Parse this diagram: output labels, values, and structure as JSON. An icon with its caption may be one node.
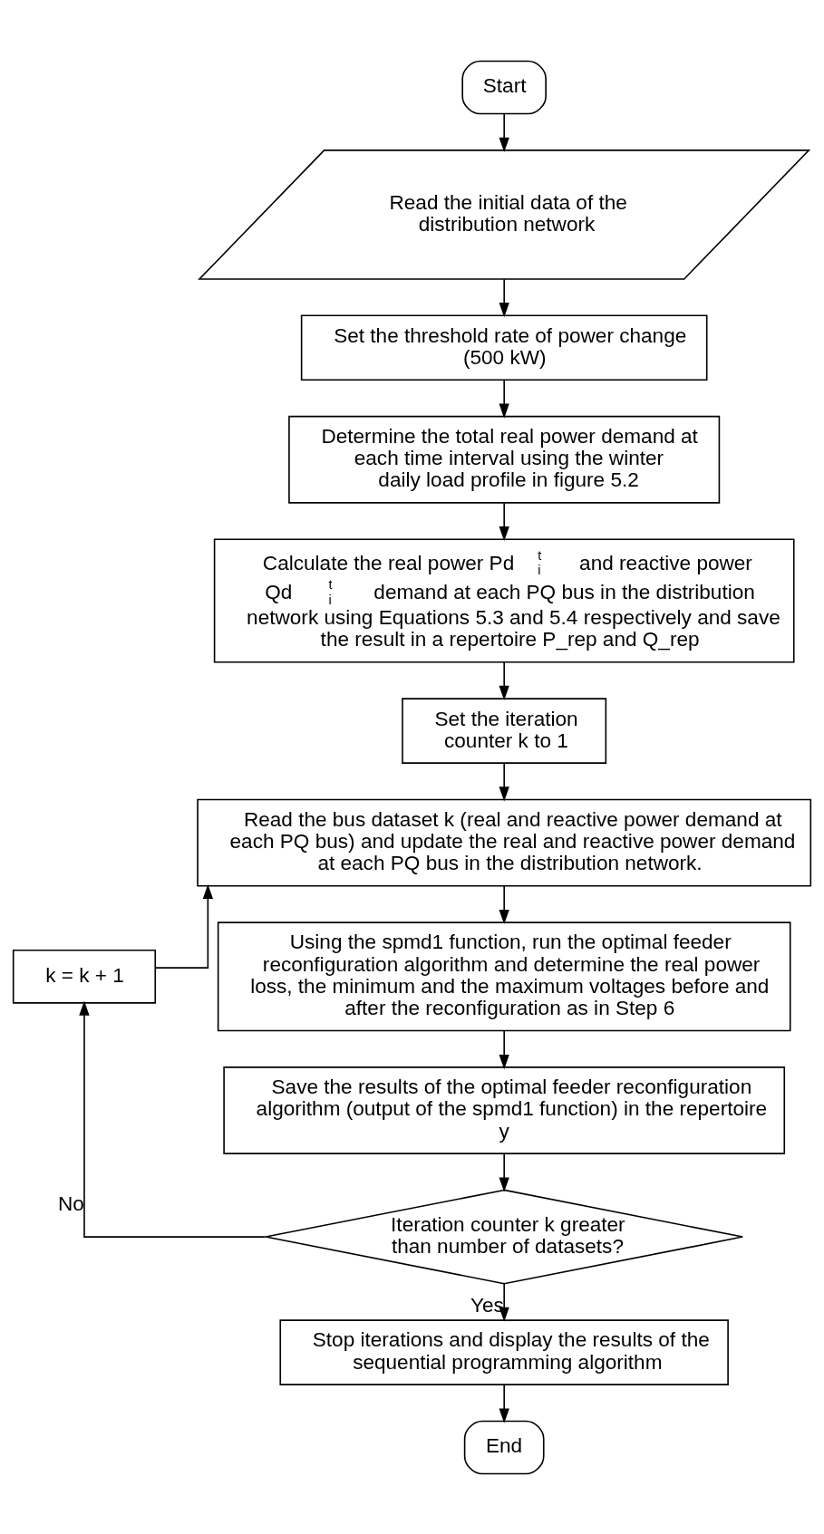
{
  "diagram": {
    "nodes": [
      {
        "text": [
          "Start"
        ]
      },
      {
        "text": [
          "Read the initial data of the distribution network"
        ]
      },
      {
        "text": [
          "Set the threshold rate of power change (500 kW)"
        ]
      },
      {
        "text": [
          "Determine the total real power demand at each time interval using the winter daily load profile in figure 5.2"
        ]
      },
      {
        "text": [
          "Calculate the real power Pd$^{t}$$_{i}$ and reactive power Qd$^{t}$$_{i}$ demand at each PQ bus in the distribution network using Equations 5.3 and 5.4 respectively and save the result in a repertoire P_rep and Q_rep"
        ]
      },
      {
        "text": [
          "Set the iteration counter k to 1"
        ]
      },
      {
        "text": [
          "Read the bus dataset k (real and reactive power demand at each PQ bus) and update the real and reactive power demand at each PQ bus in the distribution network."
        ]
      },
      {
        "text": [
          "Using the spmd1 function, run the optimal feeder reconfiguration algorithm and determine the real power loss, the minimum and the maximum voltages before and after the reconfiguration as in Step 6"
        ]
      },
      {
        "text": [
          "Save the results of the optimal feeder reconfiguration algorithm (output of the spmd1 function) in the repertoire y"
        ]
      },
      {
        "text": [
          "Iteration counter k greater than number of datasets?"
        ]
      },
      {
        "text": [
          "k = k + 1"
        ]
      },
      {
        "text": [
          "Stop iterations and display the results of the sequential programming algorithm"
        ]
      },
      {
        "text": [
          "End"
        ]
      }
    ],
    "edges": [
      {
        "from": 0,
        "to": 1,
        "arrow": "to"
      },
      {
        "from": 1,
        "to": 2,
        "arrow": "to"
      },
      {
        "from": 2,
        "to": 3,
        "arrow": "to"
      },
      {
        "from": 3,
        "to": 4,
        "arrow": "to"
      },
      {
        "from": 4,
        "to": 5,
        "arrow": "to"
      },
      {
        "from": 5,
        "to": 6,
        "arrow": "to"
      },
      {
        "from": 6,
        "to": 7,
        "arrow": "to"
      },
      {
        "from": 7,
        "to": 8,
        "arrow": "to"
      },
      {
        "from": 8,
        "to": 9,
        "arrow": "to"
      },
      {
        "from": 9,
        "to": 10,
        "arrow": "to",
        "label": "No"
      },
      {
        "from": 10,
        "to": 6,
        "arrow": "to"
      },
      {
        "from": 9,
        "to": 11,
        "arrow": "to",
        "label": "Yes"
      },
      {
        "from": 11,
        "to": 12,
        "arrow": "to"
      }
    ]
  }
}
